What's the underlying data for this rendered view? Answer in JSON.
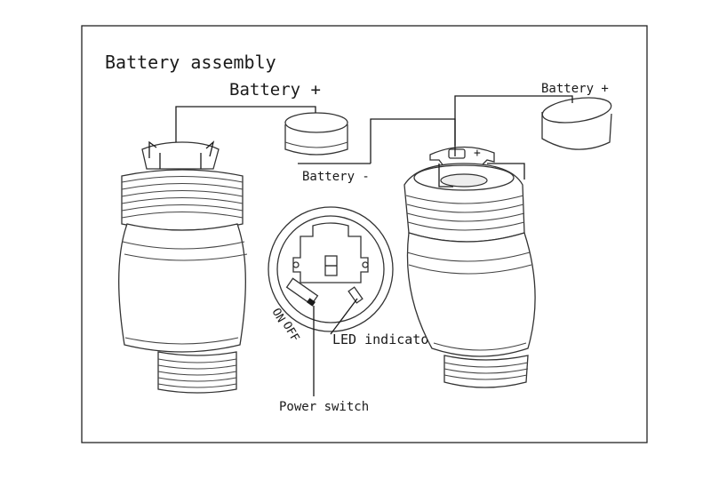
{
  "title": "Battery assembly",
  "labels": {
    "battery_plus_left": "Battery +",
    "battery_plus_right": "Battery +",
    "battery_minus": "Battery -",
    "on": "ON",
    "off": "OFF",
    "led_indicator": "LED indicator",
    "power_switch": "Power switch",
    "plus_symbol": "+"
  }
}
